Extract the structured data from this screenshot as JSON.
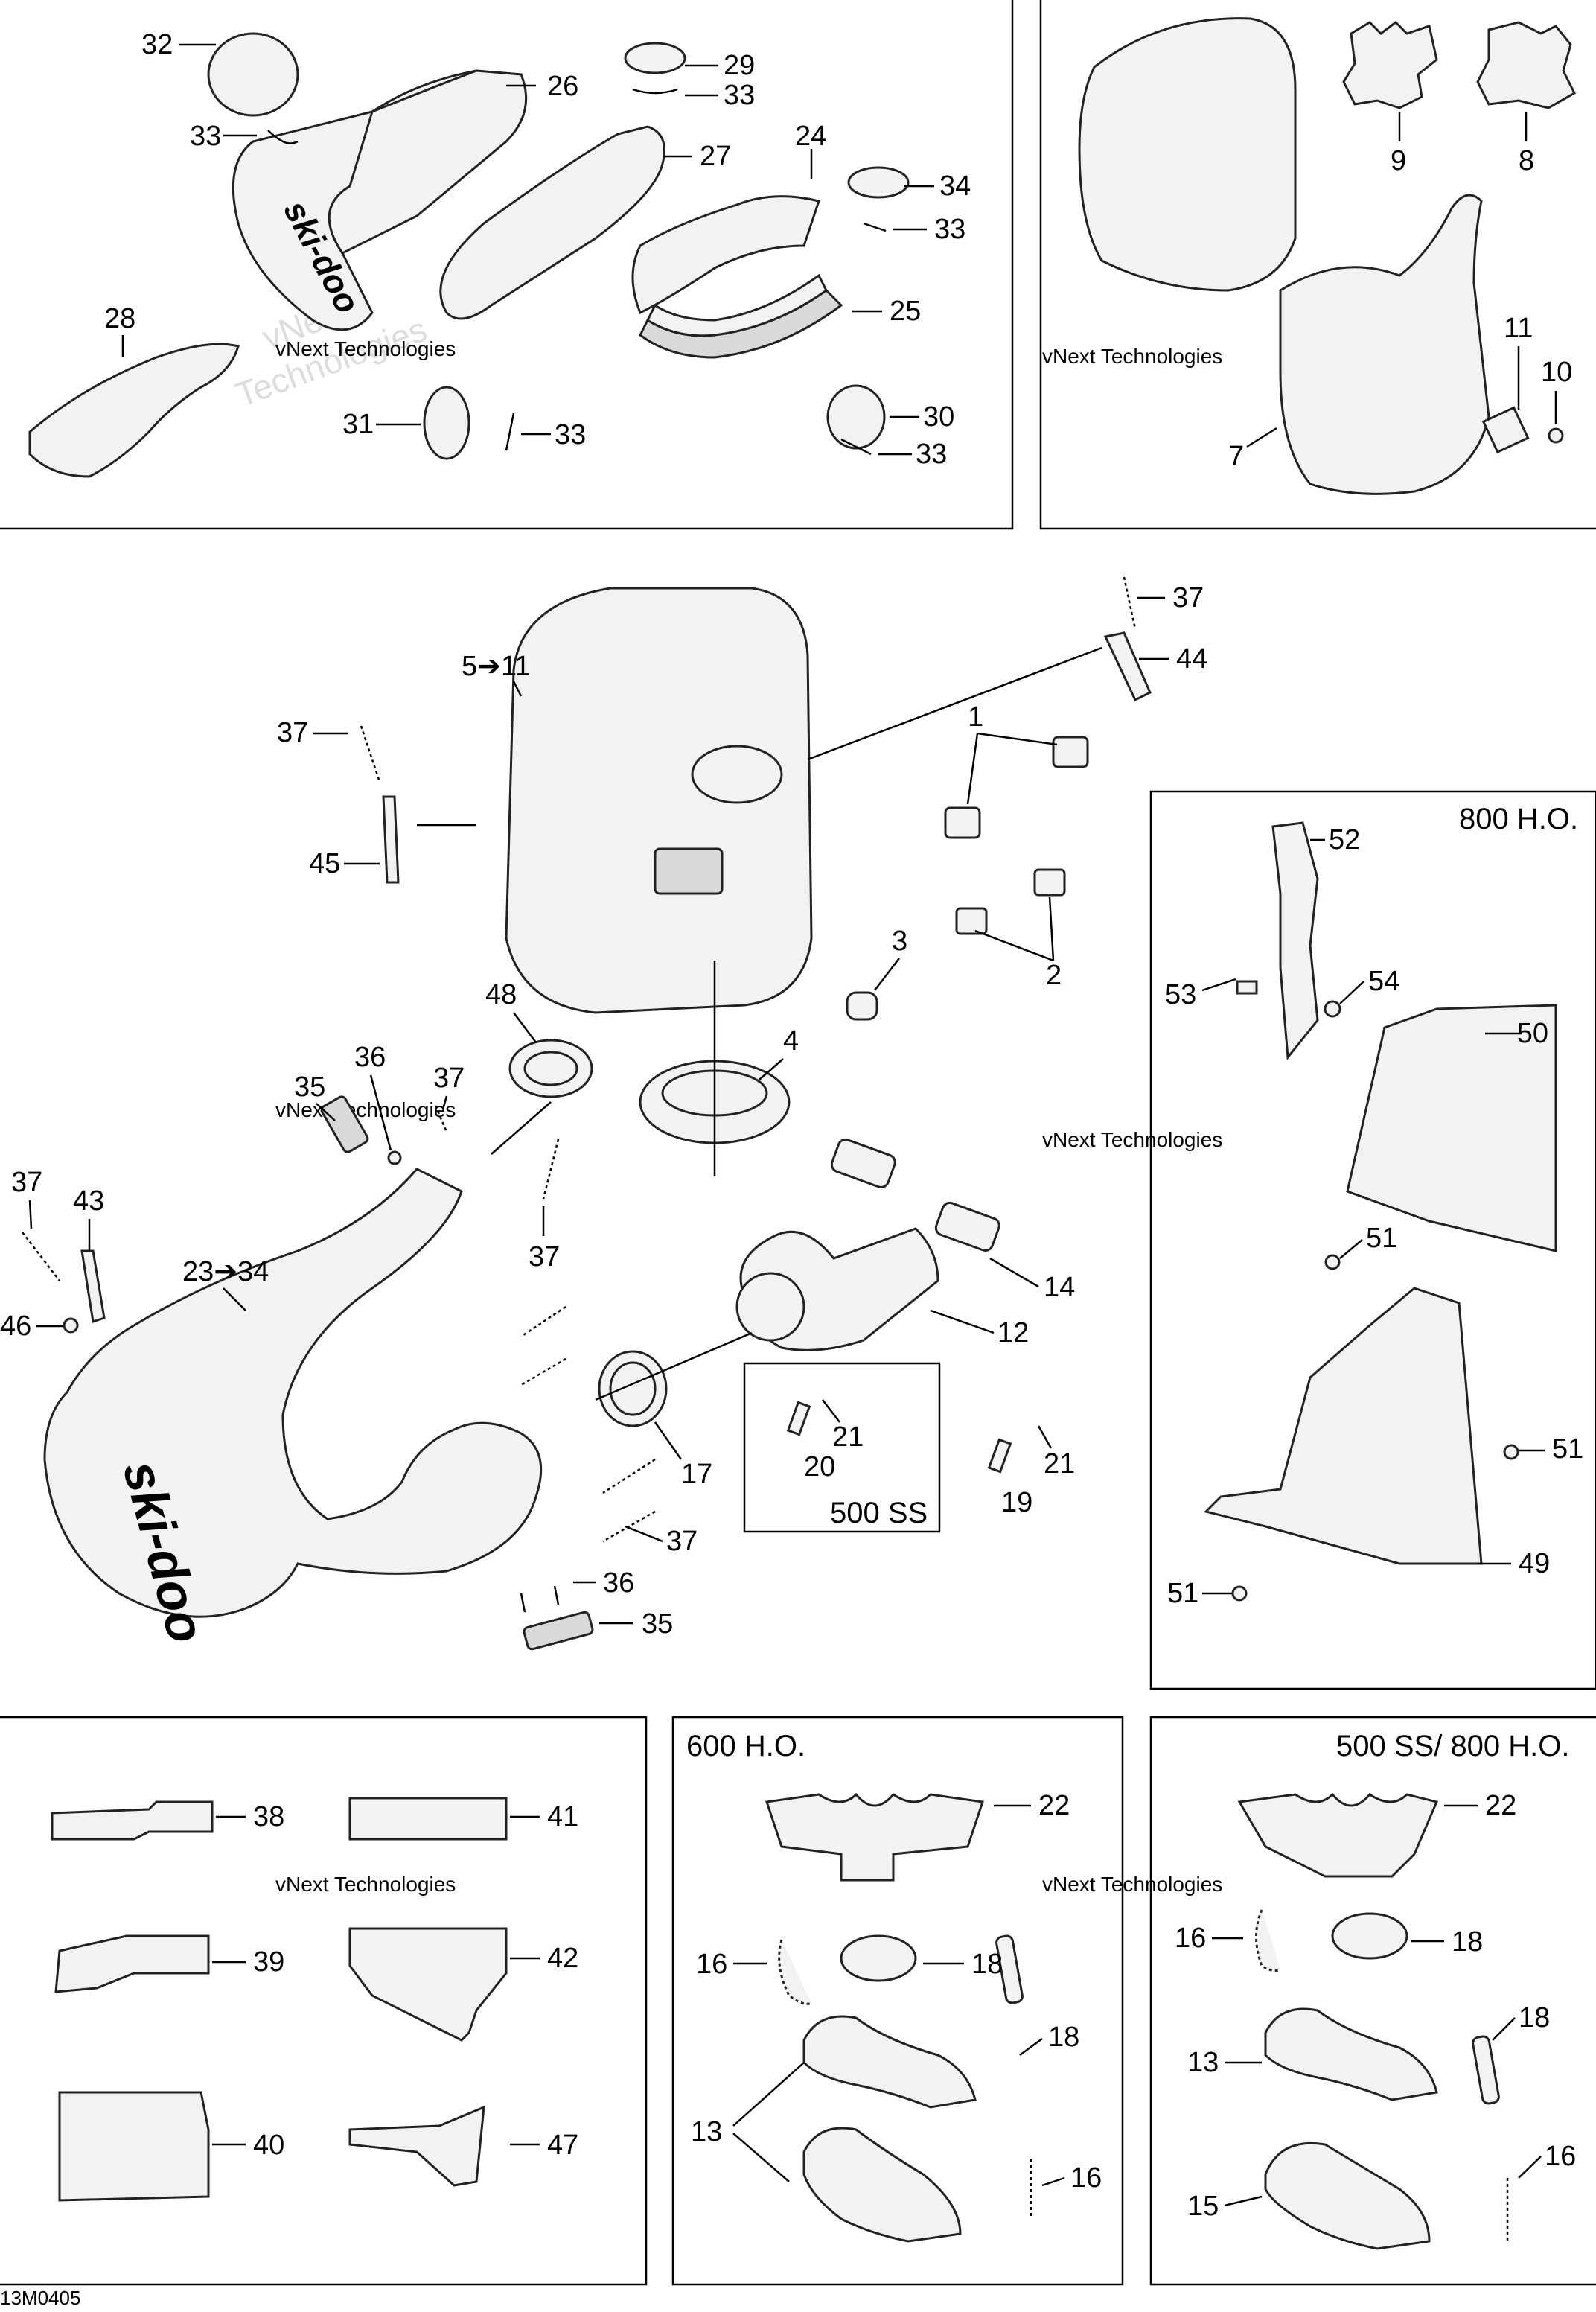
{
  "document_id": "13M0405",
  "watermark": {
    "line1": "vNext Technologies",
    "line2": "vNext",
    "line3": "Technologies"
  },
  "boxes": {
    "top_left": {
      "title": ""
    },
    "top_right": {
      "title": ""
    },
    "main": {
      "title": ""
    },
    "right_800": {
      "title": "800 H.O."
    },
    "bottom_left": {
      "title": ""
    },
    "bottom_600": {
      "title": "600 H.O."
    },
    "bottom_500_800": {
      "title": "500 SS/ 800 H.O."
    },
    "inset_500ss": {
      "title": "500 SS"
    }
  },
  "callouts": {
    "c32": "32",
    "c26": "26",
    "c29": "29",
    "c33a": "33",
    "c33b": "33",
    "c27": "27",
    "c24": "24",
    "c34": "34",
    "c33c": "33",
    "c25": "25",
    "c28": "28",
    "c31": "31",
    "c33d": "33",
    "c30": "30",
    "c33e": "33",
    "c9": "9",
    "c8": "8",
    "c11": "11",
    "c10": "10",
    "c7": "7",
    "c37a": "37",
    "c44": "44",
    "c5_11": "5➔11",
    "c37b": "37",
    "c45": "45",
    "c1": "1",
    "c2": "2",
    "c3": "3",
    "c48": "48",
    "c4": "4",
    "c35a": "35",
    "c36a": "36",
    "c37c": "37",
    "c37d": "37",
    "c43": "43",
    "c46": "46",
    "c23_34": "23➔34",
    "c37e": "37",
    "c14": "14",
    "c12": "12",
    "c21a": "21",
    "c20": "20",
    "c21b": "21",
    "c19": "19",
    "c17": "17",
    "c37f": "37",
    "c36b": "36",
    "c35b": "35",
    "c52": "52",
    "c53": "53",
    "c54": "54",
    "c50": "50",
    "c51a": "51",
    "c51b": "51",
    "c51c": "51",
    "c49": "49",
    "c38": "38",
    "c41": "41",
    "c39": "39",
    "c42": "42",
    "c40": "40",
    "c47": "47",
    "c22a": "22",
    "c16a": "16",
    "c18a": "18",
    "c18b": "18",
    "c13a": "13",
    "c16b": "16",
    "c22b": "22",
    "c16c": "16",
    "c18c": "18",
    "c18d": "18",
    "c13b": "13",
    "c15": "15",
    "c16d": "16"
  },
  "brand": "ski-doo"
}
